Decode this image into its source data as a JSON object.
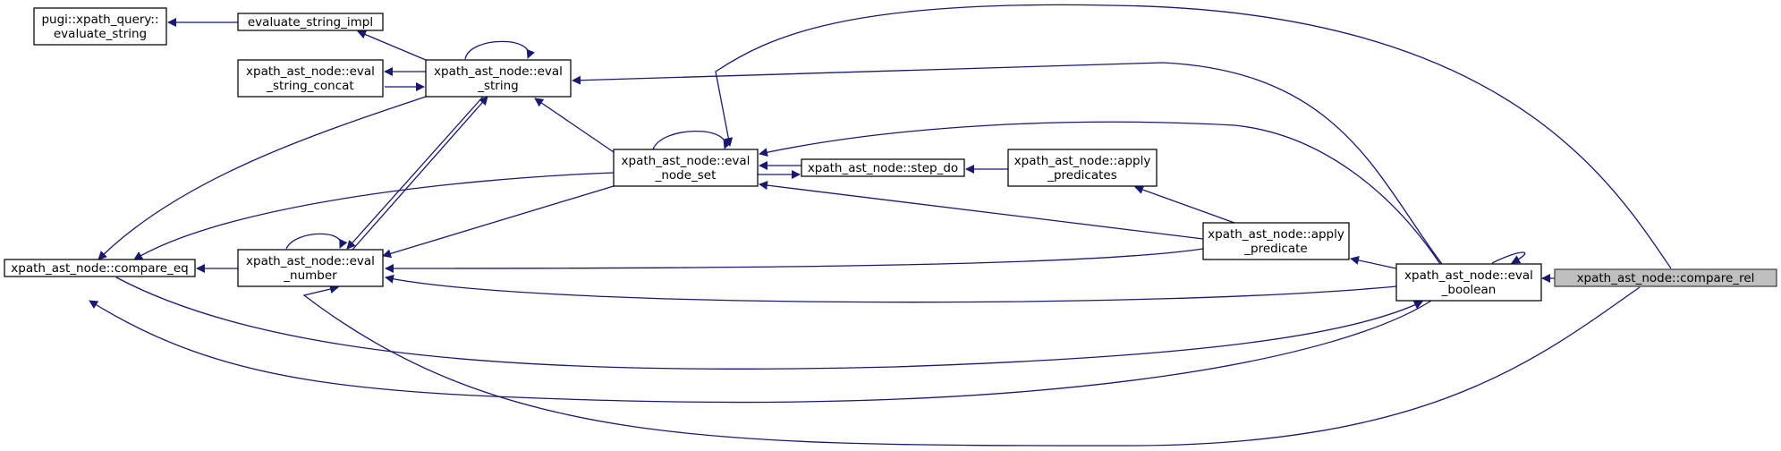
{
  "diagram": {
    "type": "call-graph",
    "colors": {
      "edge": "#191970",
      "node_border": "#000000",
      "node_fill": "#ffffff",
      "highlight_fill": "#bfbfbf"
    },
    "nodes": [
      {
        "id": "compare_rel",
        "lines": [
          "xpath_ast_node::compare_rel"
        ],
        "highlight": true
      },
      {
        "id": "eval_boolean",
        "lines": [
          "xpath_ast_node::eval",
          "_boolean"
        ]
      },
      {
        "id": "apply_predicate",
        "lines": [
          "xpath_ast_node::apply",
          "_predicate"
        ]
      },
      {
        "id": "apply_predicates",
        "lines": [
          "xpath_ast_node::apply",
          "_predicates"
        ]
      },
      {
        "id": "step_do",
        "lines": [
          "xpath_ast_node::step_do"
        ]
      },
      {
        "id": "eval_node_set",
        "lines": [
          "xpath_ast_node::eval",
          "_node_set"
        ]
      },
      {
        "id": "eval_string",
        "lines": [
          "xpath_ast_node::eval",
          "_string"
        ]
      },
      {
        "id": "eval_string_concat",
        "lines": [
          "xpath_ast_node::eval",
          "_string_concat"
        ]
      },
      {
        "id": "evaluate_string_impl",
        "lines": [
          "evaluate_string_impl"
        ]
      },
      {
        "id": "evaluate_string",
        "lines": [
          "pugi::xpath_query::",
          "evaluate_string"
        ]
      },
      {
        "id": "eval_number",
        "lines": [
          "xpath_ast_node::eval",
          "_number"
        ]
      },
      {
        "id": "compare_eq",
        "lines": [
          "xpath_ast_node::compare_eq"
        ]
      }
    ],
    "edges": [
      {
        "from": "compare_rel",
        "to": "eval_boolean"
      },
      {
        "from": "compare_rel",
        "to": "eval_node_set"
      },
      {
        "from": "compare_rel",
        "to": "eval_number"
      },
      {
        "from": "eval_boolean",
        "to": "eval_boolean"
      },
      {
        "from": "eval_boolean",
        "to": "eval_string"
      },
      {
        "from": "eval_boolean",
        "to": "eval_node_set"
      },
      {
        "from": "eval_boolean",
        "to": "apply_predicate"
      },
      {
        "from": "eval_boolean",
        "to": "eval_number"
      },
      {
        "from": "eval_boolean",
        "to": "compare_eq"
      },
      {
        "from": "apply_predicate",
        "to": "apply_predicates"
      },
      {
        "from": "apply_predicate",
        "to": "eval_node_set"
      },
      {
        "from": "apply_predicate",
        "to": "eval_number"
      },
      {
        "from": "apply_predicates",
        "to": "step_do"
      },
      {
        "from": "step_do",
        "to": "eval_node_set"
      },
      {
        "from": "eval_node_set",
        "to": "eval_node_set"
      },
      {
        "from": "eval_node_set",
        "to": "step_do"
      },
      {
        "from": "eval_node_set",
        "to": "eval_string"
      },
      {
        "from": "eval_node_set",
        "to": "eval_number"
      },
      {
        "from": "eval_node_set",
        "to": "compare_eq"
      },
      {
        "from": "eval_string",
        "to": "eval_string"
      },
      {
        "from": "eval_string",
        "to": "eval_string_concat"
      },
      {
        "from": "eval_string",
        "to": "evaluate_string_impl"
      },
      {
        "from": "eval_string",
        "to": "eval_number"
      },
      {
        "from": "eval_string",
        "to": "compare_eq"
      },
      {
        "from": "eval_string_concat",
        "to": "eval_string"
      },
      {
        "from": "evaluate_string_impl",
        "to": "evaluate_string"
      },
      {
        "from": "eval_number",
        "to": "eval_number"
      },
      {
        "from": "eval_number",
        "to": "eval_string"
      },
      {
        "from": "eval_number",
        "to": "compare_eq"
      },
      {
        "from": "compare_eq",
        "to": "eval_boolean"
      }
    ]
  }
}
